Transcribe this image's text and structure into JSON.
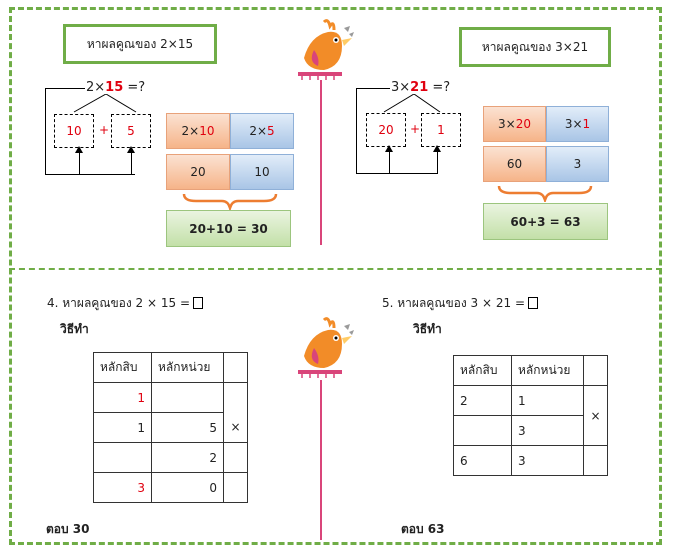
{
  "top": {
    "left": {
      "title": "หาผลคูณของ 2×15",
      "expr_a": "2×",
      "expr_b": "15",
      "expr_c": " =?",
      "box1": "10",
      "plus": "+",
      "box2": "5",
      "row1": [
        {
          "a": "2×",
          "b": "10"
        },
        {
          "a": "2×",
          "b": "5"
        }
      ],
      "row2": [
        "20",
        "10"
      ],
      "result": "20+10 = 30"
    },
    "right": {
      "title": "หาผลคูณของ 3×21",
      "expr_a": "3×",
      "expr_b": "21",
      "expr_c": " =?",
      "box1": "20",
      "plus": "+",
      "box2": "1",
      "row1": [
        {
          "a": "3×",
          "b": "20"
        },
        {
          "a": "3×",
          "b": "1"
        }
      ],
      "row2": [
        "60",
        "3"
      ],
      "result": "60+3 = 63"
    }
  },
  "bottom": {
    "left": {
      "problem": "4. หาผลคูณของ 2 × 15 =",
      "method": "วิธีทำ",
      "headers": [
        "หลักสิบ",
        "หลักหน่วย"
      ],
      "rows": [
        [
          "1",
          ""
        ],
        [
          "1",
          "5"
        ],
        [
          "",
          "2"
        ],
        [
          "3",
          "0"
        ]
      ],
      "times": "×",
      "answer": "ตอบ 30"
    },
    "right": {
      "problem": "5. หาผลคูณของ 3 × 21 =",
      "method": "วิธีทำ",
      "headers": [
        "หลักสิบ",
        "หลักหน่วย"
      ],
      "rows": [
        [
          "2",
          "1"
        ],
        [
          "",
          "3"
        ],
        [
          "6",
          "3"
        ]
      ],
      "times": "×",
      "answer": "ตอบ 63"
    }
  },
  "colors": {
    "frame": "#70ad47",
    "accent_red": "#e0000f",
    "bird": "#f28c28",
    "pole": "#d9457a"
  }
}
